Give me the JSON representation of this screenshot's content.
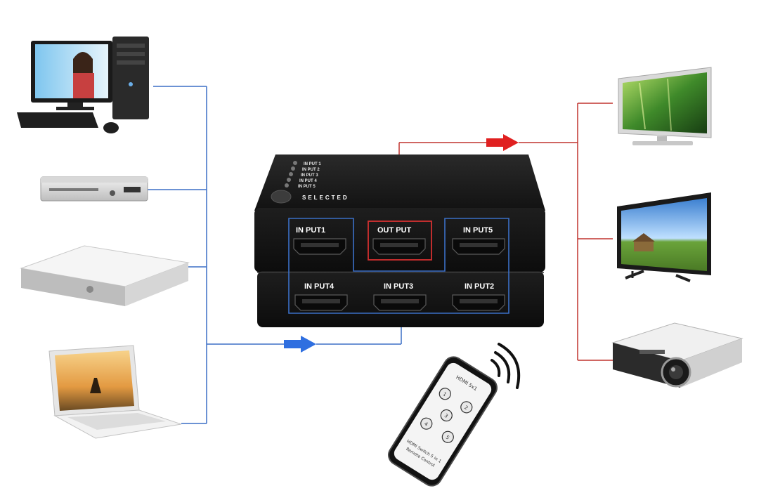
{
  "switch_box": {
    "front_top_labels": [
      "IN PUT1",
      "OUT PUT",
      "IN PUT5"
    ],
    "front_bottom_labels": [
      "IN PUT4",
      "IN PUT3",
      "IN PUT2"
    ],
    "indicator_labels": [
      "IN PUT 1",
      "IN PUT 2",
      "IN PUT 3",
      "IN PUT 4",
      "IN PUT 5"
    ],
    "selected_label": "SELECTED"
  },
  "remote": {
    "text_top": "HDMI 5x1",
    "text_bottom_1": "HDMI Switch 5 in 1",
    "text_bottom_2": "Remote Control",
    "button_labels": [
      "1",
      "2",
      "3",
      "4",
      "5"
    ]
  },
  "colors": {
    "input_line": "#3b6fc6",
    "output_line": "#c0342f",
    "input_arrow": "#2f6fe0",
    "output_arrow": "#e02020",
    "box_body": "#1c1c1c"
  },
  "sources": [
    "desktop-computer",
    "dvd-player",
    "external-optical-drive",
    "laptop"
  ],
  "displays": [
    "lcd-tv-forest",
    "flat-tv-landscape",
    "projector"
  ]
}
